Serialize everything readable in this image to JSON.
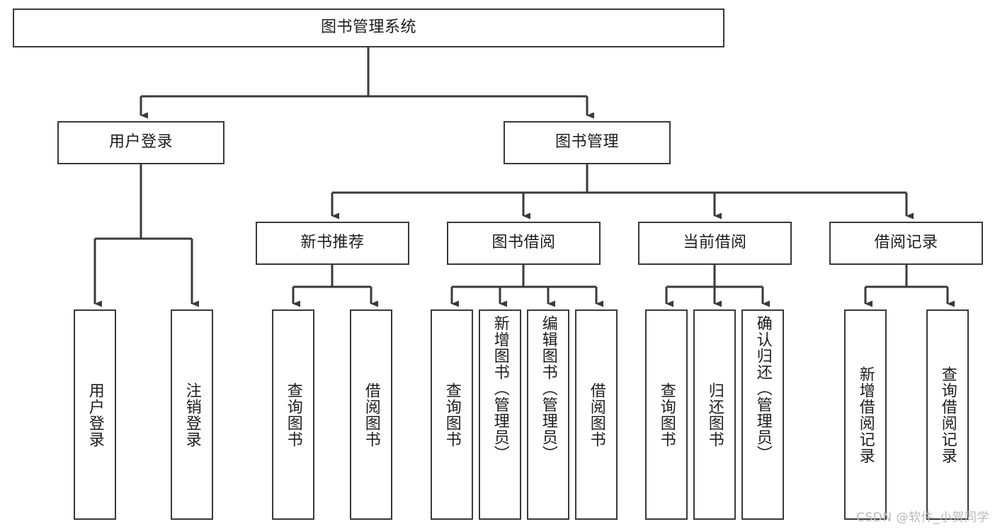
{
  "diagram": {
    "type": "tree-hierarchy-chart",
    "title": "图书管理系统",
    "orientation": "top-down",
    "colors": {
      "box_border": "#3a3a3a",
      "box_fill": "#ffffff",
      "connector": "#3a3a3a",
      "text": "#1d1d1d",
      "watermark": "#b9b9b9",
      "background": "#ffffff"
    },
    "levels": {
      "level0": [
        "图书管理系统"
      ],
      "level1": [
        "用户登录",
        "图书管理"
      ],
      "level2": [
        "新书推荐",
        "图书借阅",
        "当前借阅",
        "借阅记录"
      ],
      "level3": [
        "用户登录",
        "注销登录",
        "查询图书",
        "借阅图书",
        "查询图书",
        "新增图书（管理员）",
        "编辑图书（管理员）",
        "借阅图书",
        "查询图书",
        "归还图书",
        "确认归还（管理员）",
        "新增借阅记录",
        "查询借阅记录"
      ]
    },
    "nodes": {
      "root": {
        "label": "图书管理系统"
      },
      "user_login": {
        "label": "用户登录"
      },
      "book_manage": {
        "label": "图书管理"
      },
      "new_book_rec": {
        "label": "新书推荐"
      },
      "book_borrow": {
        "label": "图书借阅"
      },
      "current_borrow": {
        "label": "当前借阅"
      },
      "borrow_record": {
        "label": "借阅记录"
      },
      "leaf_user_login": {
        "label": "用户登录"
      },
      "leaf_logout": {
        "label": "注销登录"
      },
      "leaf_query_book_1": {
        "label": "查询图书"
      },
      "leaf_borrow_book_1": {
        "label": "借阅图书"
      },
      "leaf_query_book_2": {
        "label": "查询图书"
      },
      "leaf_add_book": {
        "label": "新增图书（管理员）"
      },
      "leaf_edit_book": {
        "label": "编辑图书（管理员）"
      },
      "leaf_borrow_book_2": {
        "label": "借阅图书"
      },
      "leaf_query_book_3": {
        "label": "查询图书"
      },
      "leaf_return_book": {
        "label": "归还图书"
      },
      "leaf_confirm_return": {
        "label": "确认归还（管理员）"
      },
      "leaf_add_record": {
        "label": "新增借阅记录"
      },
      "leaf_query_record": {
        "label": "查询借阅记录"
      }
    },
    "edges": [
      {
        "from": "root",
        "to": "user_login"
      },
      {
        "from": "root",
        "to": "book_manage"
      },
      {
        "from": "user_login",
        "to": "leaf_user_login"
      },
      {
        "from": "user_login",
        "to": "leaf_logout"
      },
      {
        "from": "book_manage",
        "to": "new_book_rec"
      },
      {
        "from": "book_manage",
        "to": "book_borrow"
      },
      {
        "from": "book_manage",
        "to": "current_borrow"
      },
      {
        "from": "book_manage",
        "to": "borrow_record"
      },
      {
        "from": "new_book_rec",
        "to": "leaf_query_book_1"
      },
      {
        "from": "new_book_rec",
        "to": "leaf_borrow_book_1"
      },
      {
        "from": "book_borrow",
        "to": "leaf_query_book_2"
      },
      {
        "from": "book_borrow",
        "to": "leaf_add_book"
      },
      {
        "from": "book_borrow",
        "to": "leaf_edit_book"
      },
      {
        "from": "book_borrow",
        "to": "leaf_borrow_book_2"
      },
      {
        "from": "current_borrow",
        "to": "leaf_query_book_3"
      },
      {
        "from": "current_borrow",
        "to": "leaf_return_book"
      },
      {
        "from": "current_borrow",
        "to": "leaf_confirm_return"
      },
      {
        "from": "borrow_record",
        "to": "leaf_add_record"
      },
      {
        "from": "borrow_record",
        "to": "leaf_query_record"
      }
    ]
  },
  "watermark": {
    "text": "CSDN @软件_小贺同学"
  }
}
